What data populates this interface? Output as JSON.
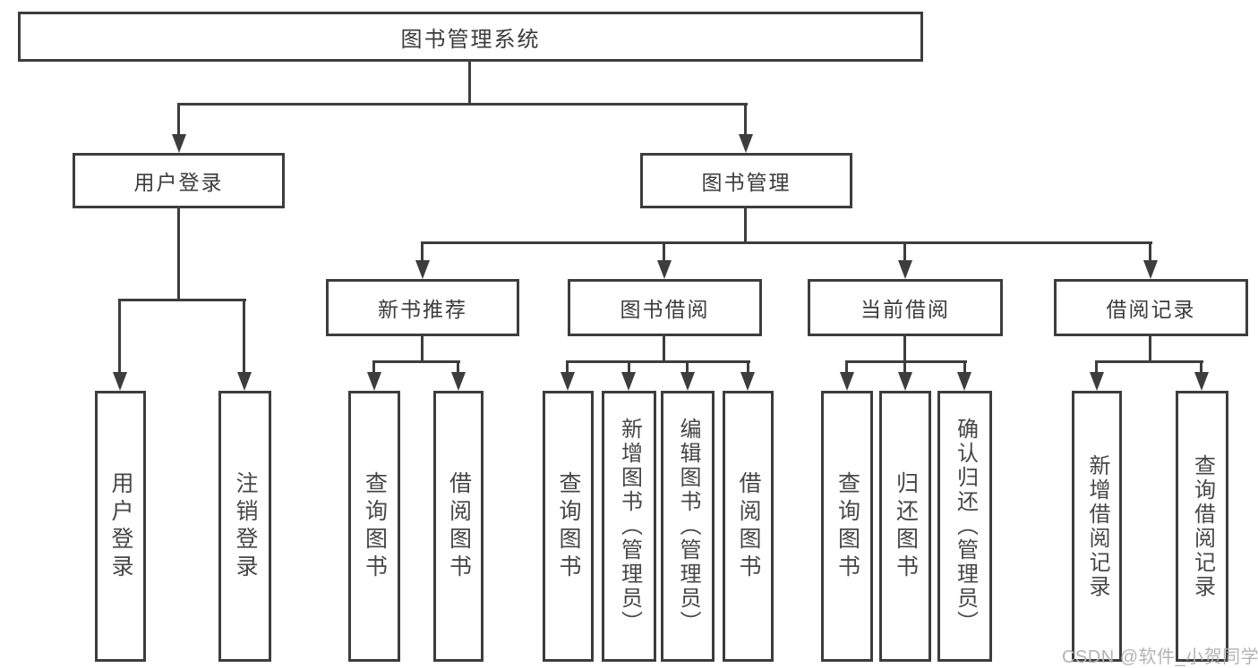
{
  "colors": {
    "line": "#3d3d3d",
    "box_border": "#3d3d3d",
    "text": "#3b3b3b",
    "background": "#ffffff",
    "watermark": "#b3b3b3"
  },
  "diagram": {
    "type": "hierarchy-tree",
    "root": {
      "label": "图书管理系统",
      "children": [
        {
          "label": "用户登录",
          "children": [
            {
              "label": "用户登录"
            },
            {
              "label": "注销登录"
            }
          ]
        },
        {
          "label": "图书管理",
          "children": [
            {
              "label": "新书推荐",
              "children": [
                {
                  "label": "查询图书"
                },
                {
                  "label": "借阅图书"
                }
              ]
            },
            {
              "label": "图书借阅",
              "children": [
                {
                  "label": "查询图书"
                },
                {
                  "label": "新增图书（管理员）"
                },
                {
                  "label": "编辑图书（管理员）"
                },
                {
                  "label": "借阅图书"
                }
              ]
            },
            {
              "label": "当前借阅",
              "children": [
                {
                  "label": "查询图书"
                },
                {
                  "label": "归还图书"
                },
                {
                  "label": "确认归还（管理员）"
                }
              ]
            },
            {
              "label": "借阅记录",
              "children": [
                {
                  "label": "新增借阅记录"
                },
                {
                  "label": "查询借阅记录"
                }
              ]
            }
          ]
        }
      ]
    }
  },
  "watermark": {
    "text": "CSDN @软件_小贺同学"
  }
}
